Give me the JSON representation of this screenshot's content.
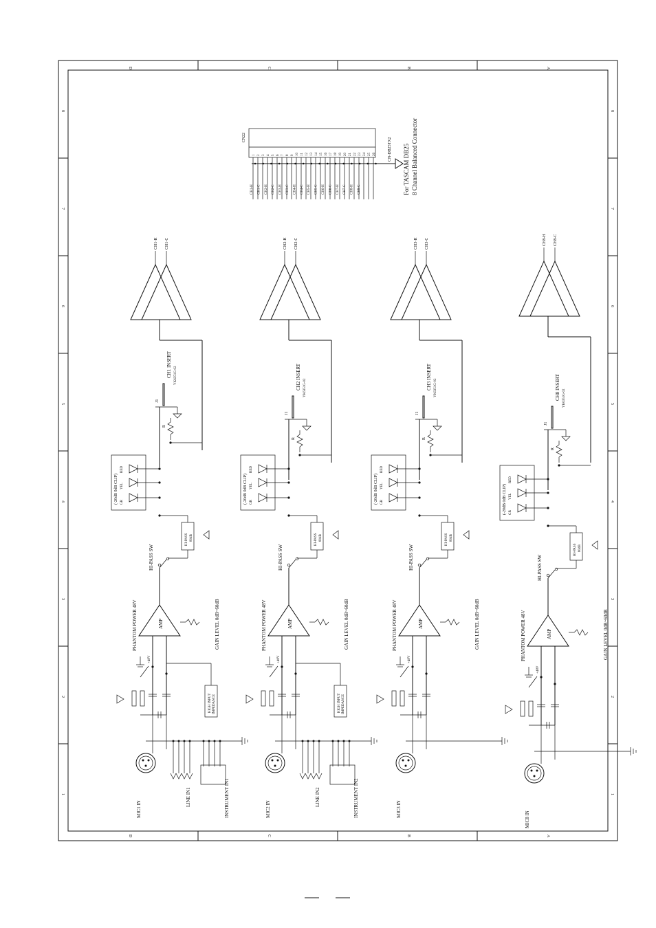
{
  "border": {
    "top_letters": [
      "D",
      "C",
      "B",
      "A"
    ],
    "bottom_letters": [
      "D",
      "C",
      "B",
      "A"
    ],
    "left_numbers": [
      "8",
      "7",
      "6",
      "5",
      "4",
      "3",
      "2",
      "1"
    ],
    "right_numbers": [
      "8",
      "7",
      "6",
      "5",
      "4",
      "3",
      "2",
      "1"
    ]
  },
  "connector": {
    "ref": "CN22",
    "part": "CN-DB25TX2",
    "title": "For TASCAM DB25",
    "subtitle": "8 Channel Balanced Connector",
    "signals": [
      "CH1-H",
      "CH1-C",
      "CH2-H",
      "CH2-C",
      "CH3-H",
      "CH3-C",
      "CH4-H",
      "CH4-C",
      "CH5-H",
      "CH5-C",
      "CH6-H",
      "CH6-C",
      "CH7-H",
      "CH7-C",
      "CH8-H",
      "CH8-C"
    ],
    "pins": [
      "1",
      "2",
      "3",
      "4",
      "5",
      "6",
      "7",
      "8",
      "9",
      "10",
      "11",
      "12",
      "13",
      "14",
      "15",
      "16",
      "17",
      "18",
      "19",
      "20",
      "21",
      "22",
      "23",
      "24",
      "25",
      "26"
    ]
  },
  "labels": {
    "phantom": "PHANTOM POWER 48V",
    "plus48": "+48V",
    "amp": "AMP",
    "gain": "GAIN LEVEL 0dB~60dB",
    "hipass_sw": "HI-PASS SW",
    "hipass": "HI-PASS",
    "hipass_db": "80dB",
    "led_title": "(-20dB  0dB  CLIP)",
    "led_gr": "GR",
    "led_yel": "YEL",
    "led_red": "RED",
    "insert_part": "YK6351G-02",
    "j1": "J1",
    "r": "R",
    "hi_z": "HIGH INPUT",
    "hi_z2": "IMPEDANCE"
  },
  "channels": [
    {
      "mic": "MIC1 IN",
      "line": "LINE IN1",
      "inst": "INSTRUMENT IN1",
      "insert": "CH1 INSERT",
      "out_h": "CH1-H",
      "out_c": "CH1-C"
    },
    {
      "mic": "MIC2 IN",
      "line": "LINE IN2",
      "inst": "INSTRUMENT IN2",
      "insert": "CH2 INSERT",
      "out_h": "CH2-H",
      "out_c": "CH2-C"
    },
    {
      "mic": "MIC3 IN",
      "line": "",
      "inst": "",
      "insert": "CH3 INSERT",
      "out_h": "CH3-H",
      "out_c": "CH3-C"
    },
    {
      "mic": "MIC8 IN",
      "line": "",
      "inst": "",
      "insert": "CH8 INSERT",
      "out_h": "CH8-H",
      "out_c": "CH8-C"
    }
  ]
}
